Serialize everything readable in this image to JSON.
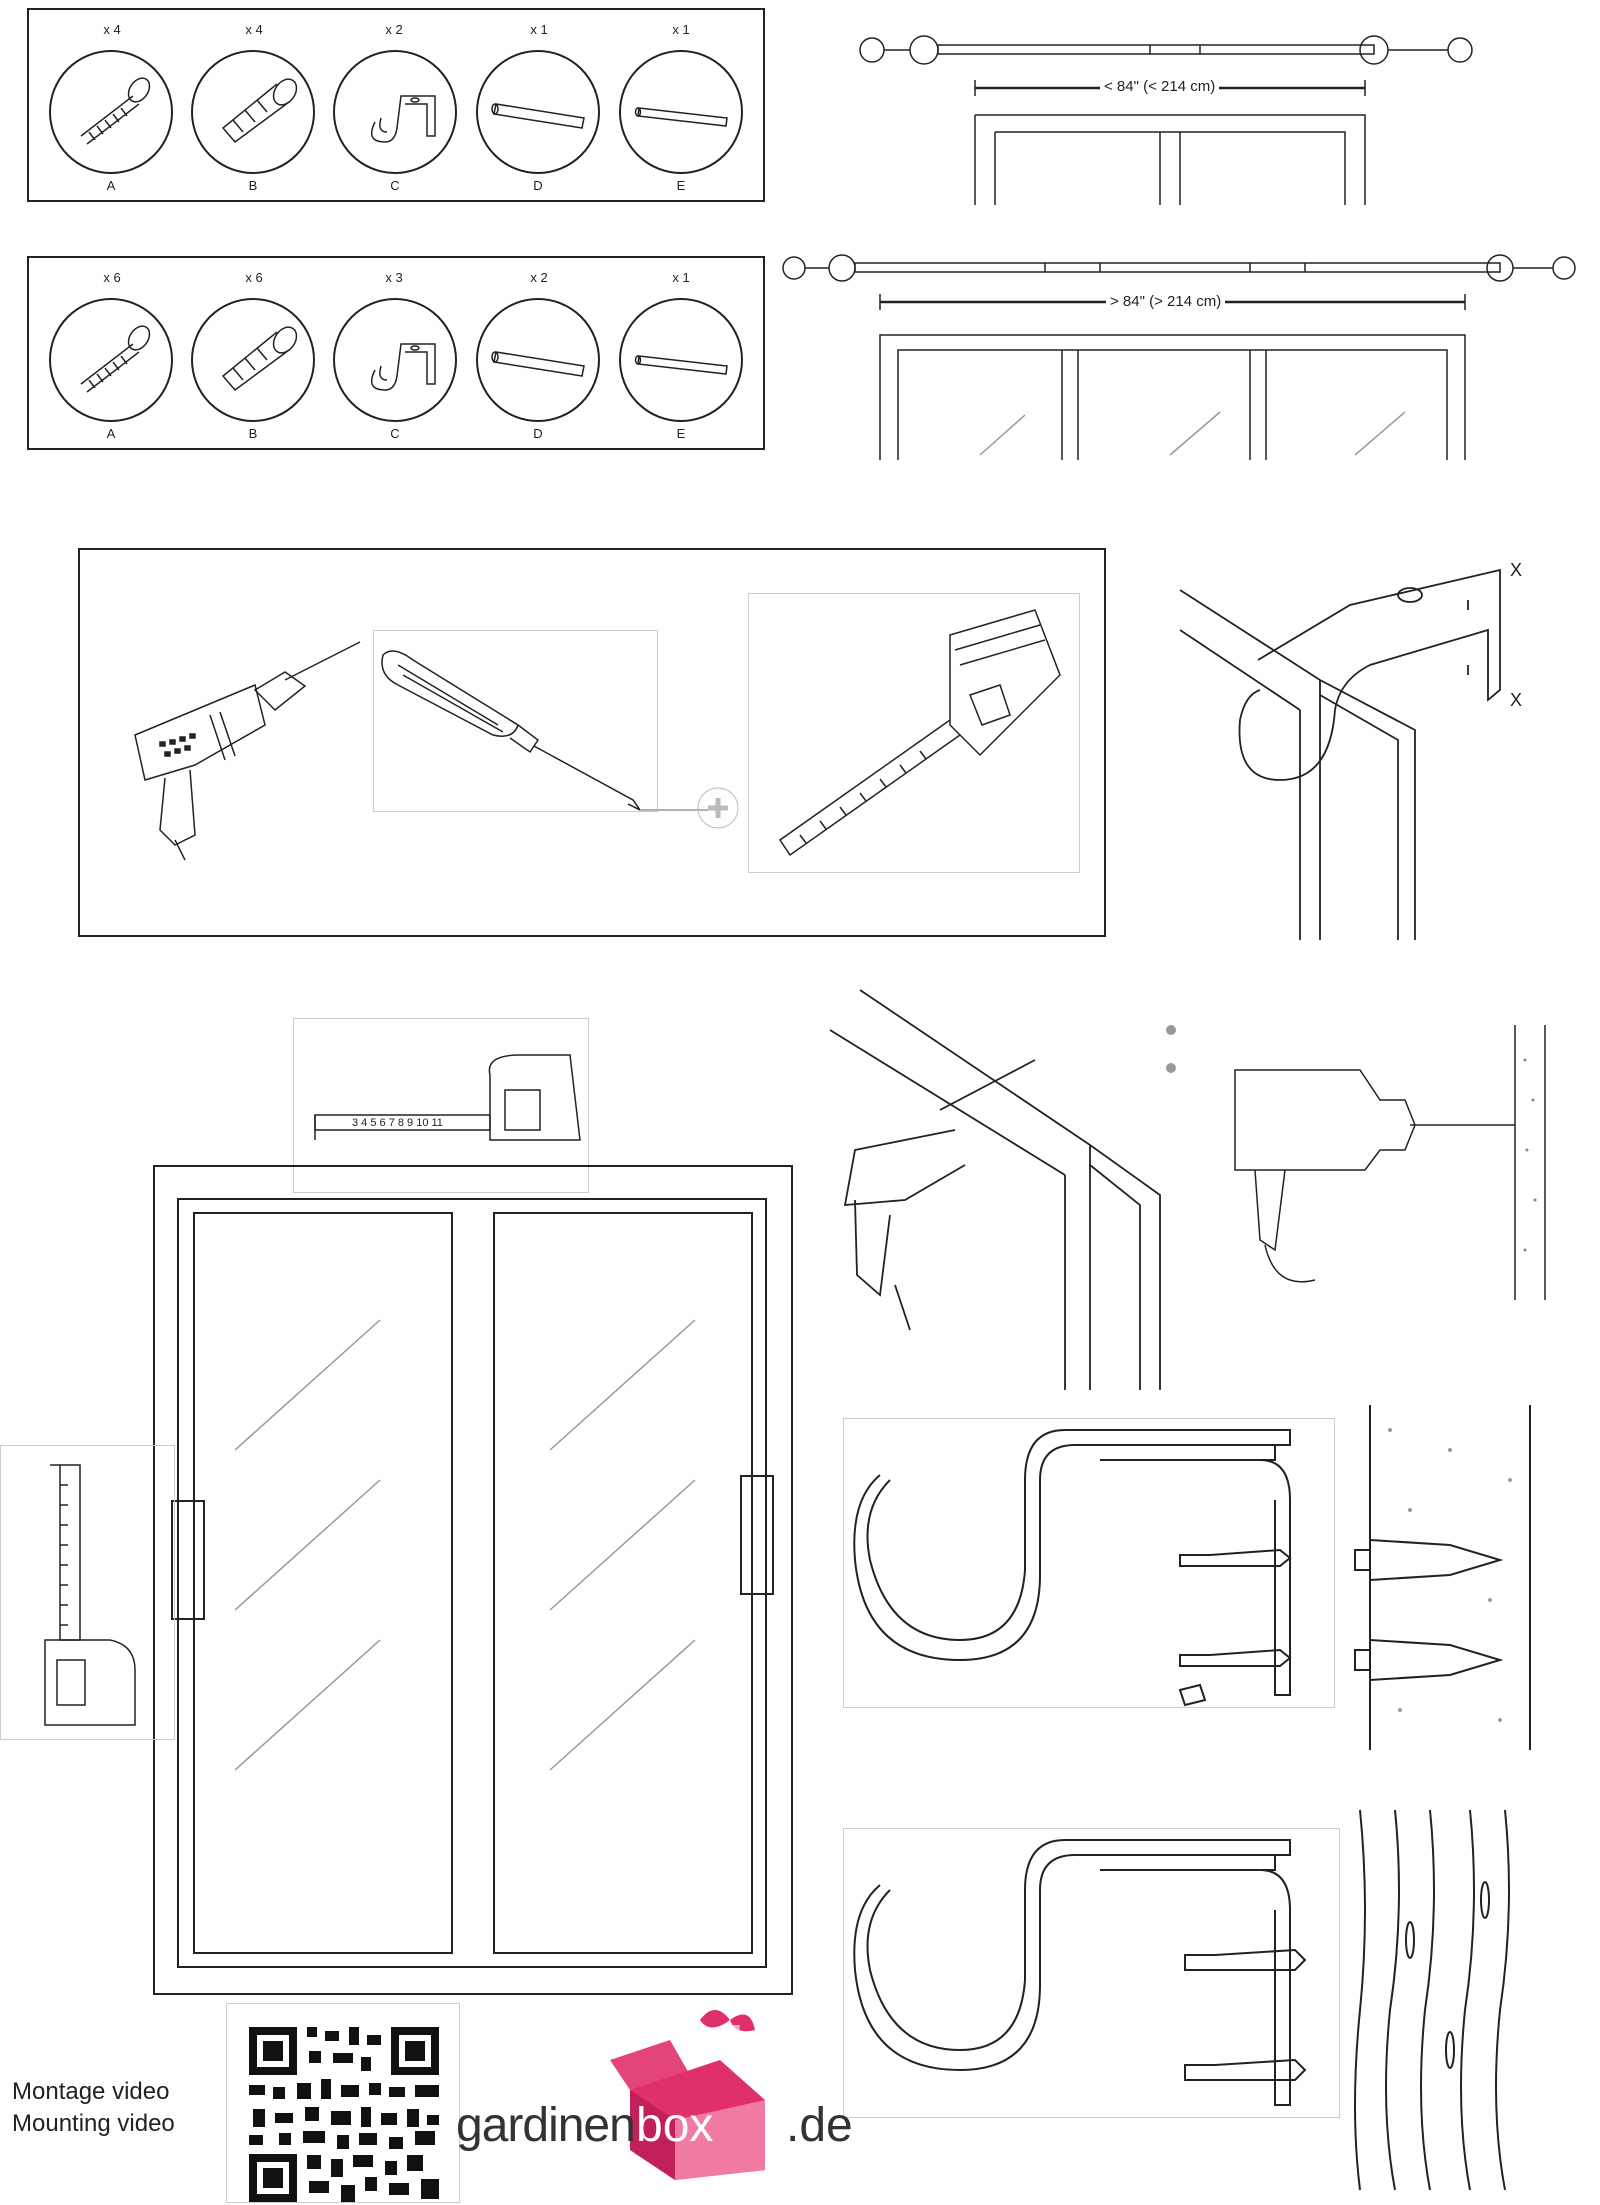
{
  "kit_small": {
    "quantities": [
      "x 4",
      "x 4",
      "x 2",
      "x 1",
      "x 1"
    ],
    "letters": [
      "A",
      "B",
      "C",
      "D",
      "E"
    ]
  },
  "kit_large": {
    "quantities": [
      "x 6",
      "x 6",
      "x 3",
      "x 2",
      "x 1"
    ],
    "letters": [
      "A",
      "B",
      "C",
      "D",
      "E"
    ]
  },
  "rod_short": {
    "label": "< 84\" (< 214 cm)"
  },
  "rod_long": {
    "label": "> 84\" (> 214 cm)"
  },
  "bracket_marks": {
    "top": "X",
    "bottom": "X"
  },
  "tape_small_numbers": "3 4 5 6 7 8 9 10 11",
  "video": {
    "line1": "Montage video",
    "line2": "Mounting video"
  },
  "brand": {
    "part1": "gardinen",
    "part2": "box",
    "part3": ".de"
  },
  "colors": {
    "brand_pink": "#e0306a",
    "line": "#222222"
  }
}
